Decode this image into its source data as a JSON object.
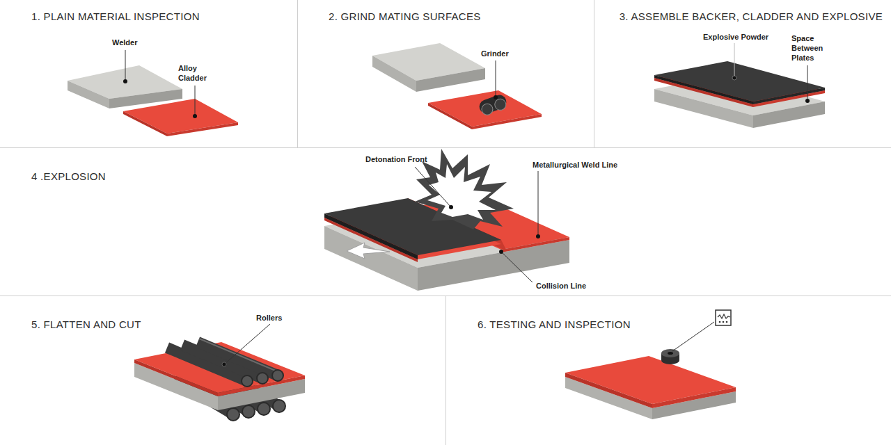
{
  "diagram": {
    "nodes": [
      {
        "text": [
          "1. PLAIN MATERIAL INSPECTION"
        ]
      },
      {
        "text": [
          "2. GRIND MATING SURFACES"
        ]
      },
      {
        "text": [
          "3. ASSEMBLE BACKER, CLADDER AND EXPLOSIVE"
        ]
      },
      {
        "text": [
          "4 .EXPLOSION"
        ]
      },
      {
        "text": [
          "5. FLATTEN AND CUT"
        ]
      },
      {
        "text": [
          "6. TESTING AND INSPECTION"
        ]
      }
    ],
    "labels": [
      "Welder",
      "Alloy Cladder",
      "Grinder",
      "Explosive Powder",
      "Space Between Plates",
      "Detonation Front",
      "Metallurgical Weld Line",
      "Collision Line",
      "Rollers"
    ]
  }
}
